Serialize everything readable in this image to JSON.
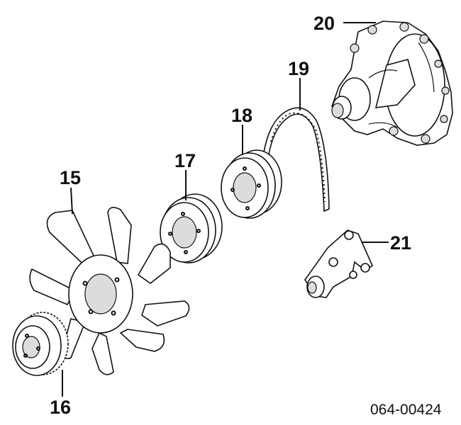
{
  "diagram": {
    "reference_code": "064-00424",
    "callouts": {
      "c15": "15",
      "c16": "16",
      "c17": "17",
      "c18": "18",
      "c19": "19",
      "c20": "20",
      "c21": "21"
    }
  }
}
